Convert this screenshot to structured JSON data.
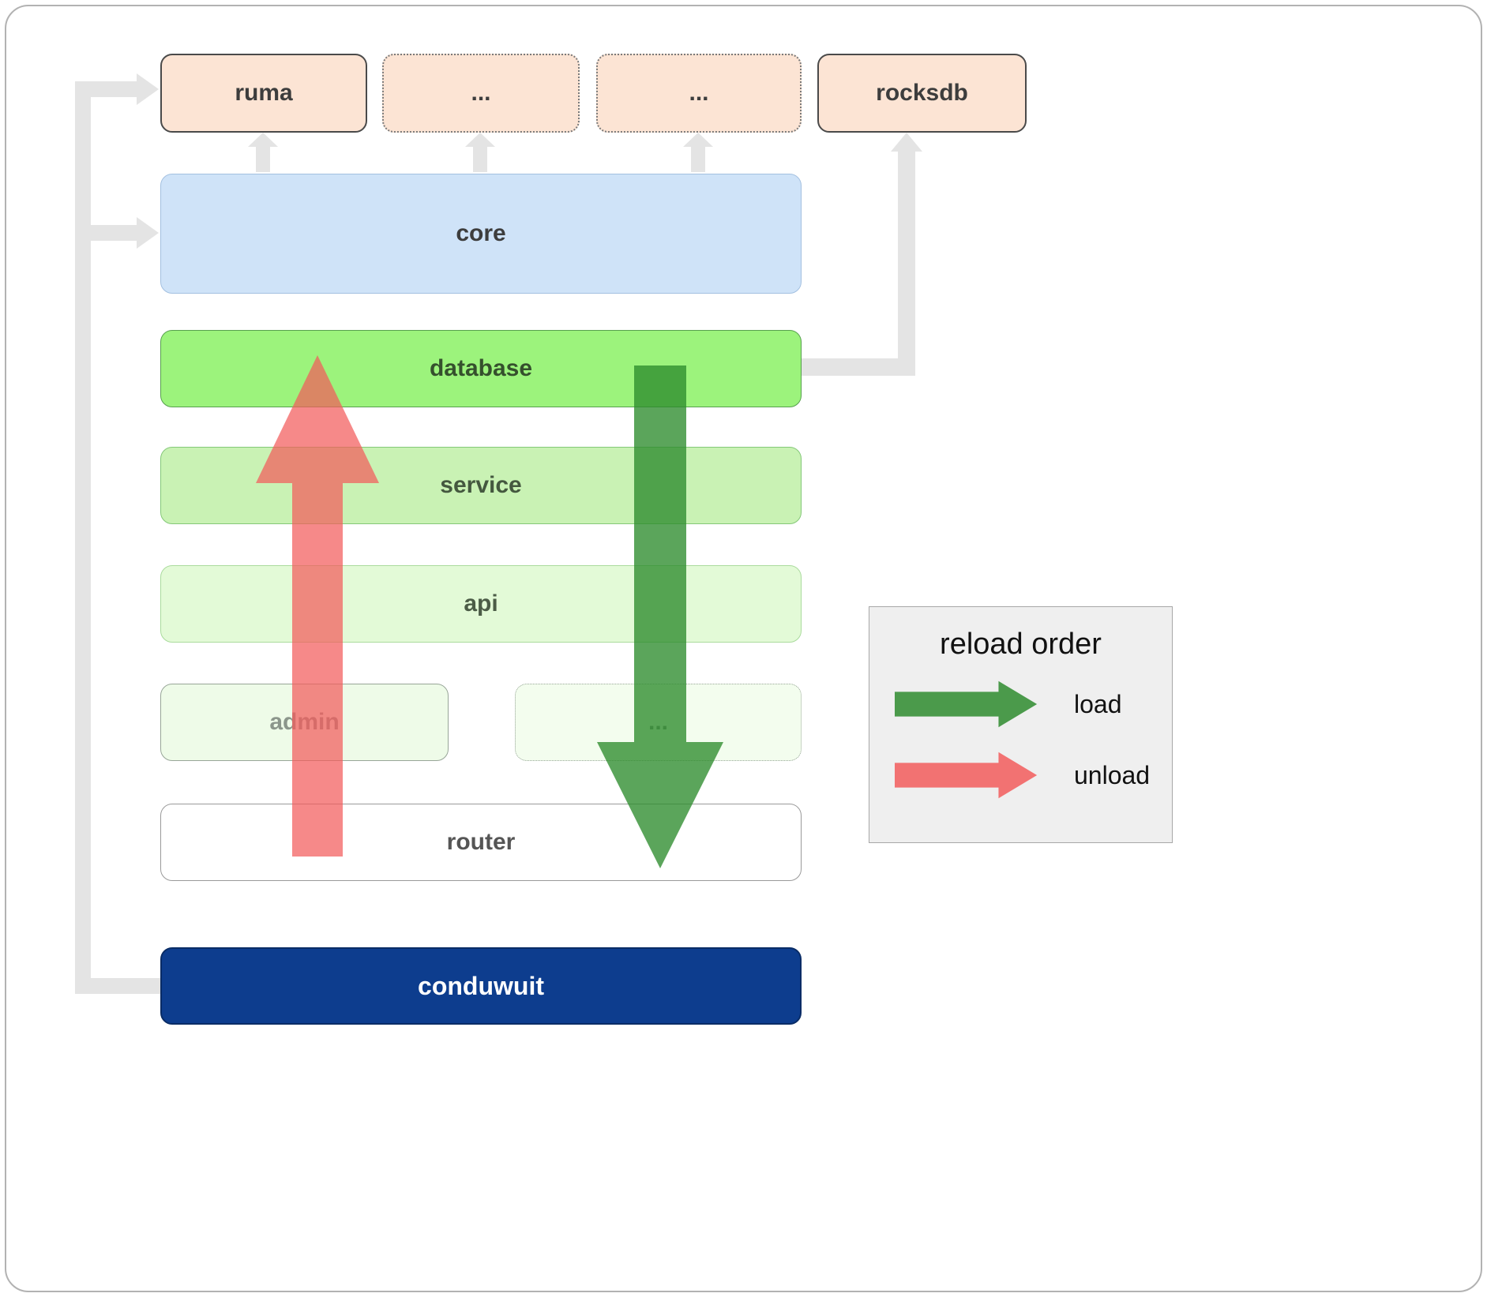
{
  "boxes": {
    "ruma": {
      "label": "ruma"
    },
    "dots1": {
      "label": "..."
    },
    "dots2": {
      "label": "..."
    },
    "rocksdb": {
      "label": "rocksdb"
    },
    "core": {
      "label": "core"
    },
    "database": {
      "label": "database"
    },
    "service": {
      "label": "service"
    },
    "api": {
      "label": "api"
    },
    "admin": {
      "label": "admin"
    },
    "dots3": {
      "label": "..."
    },
    "router": {
      "label": "router"
    },
    "conduwuit": {
      "label": "conduwuit"
    }
  },
  "legend": {
    "title": "reload order",
    "load_label": "load",
    "unload_label": "unload"
  },
  "colors": {
    "connector": "#e4e4e4",
    "load_arrow": "rgba(45,140,45,0.78)",
    "unload_arrow": "rgba(242,92,92,0.72)",
    "legend_load": "rgba(46,139,46,0.85)",
    "legend_unload": "rgba(242,92,92,0.85)",
    "peach": "#fce4d4",
    "core_blue": "#cfe3f8",
    "database_green": "#9cf37c",
    "service_green": "#c9f2b4",
    "api_green": "#e3fad7",
    "admin_green": "#eefbe8",
    "router_white": "#ffffff",
    "conduwuit_navy": "#0d3d8e"
  }
}
